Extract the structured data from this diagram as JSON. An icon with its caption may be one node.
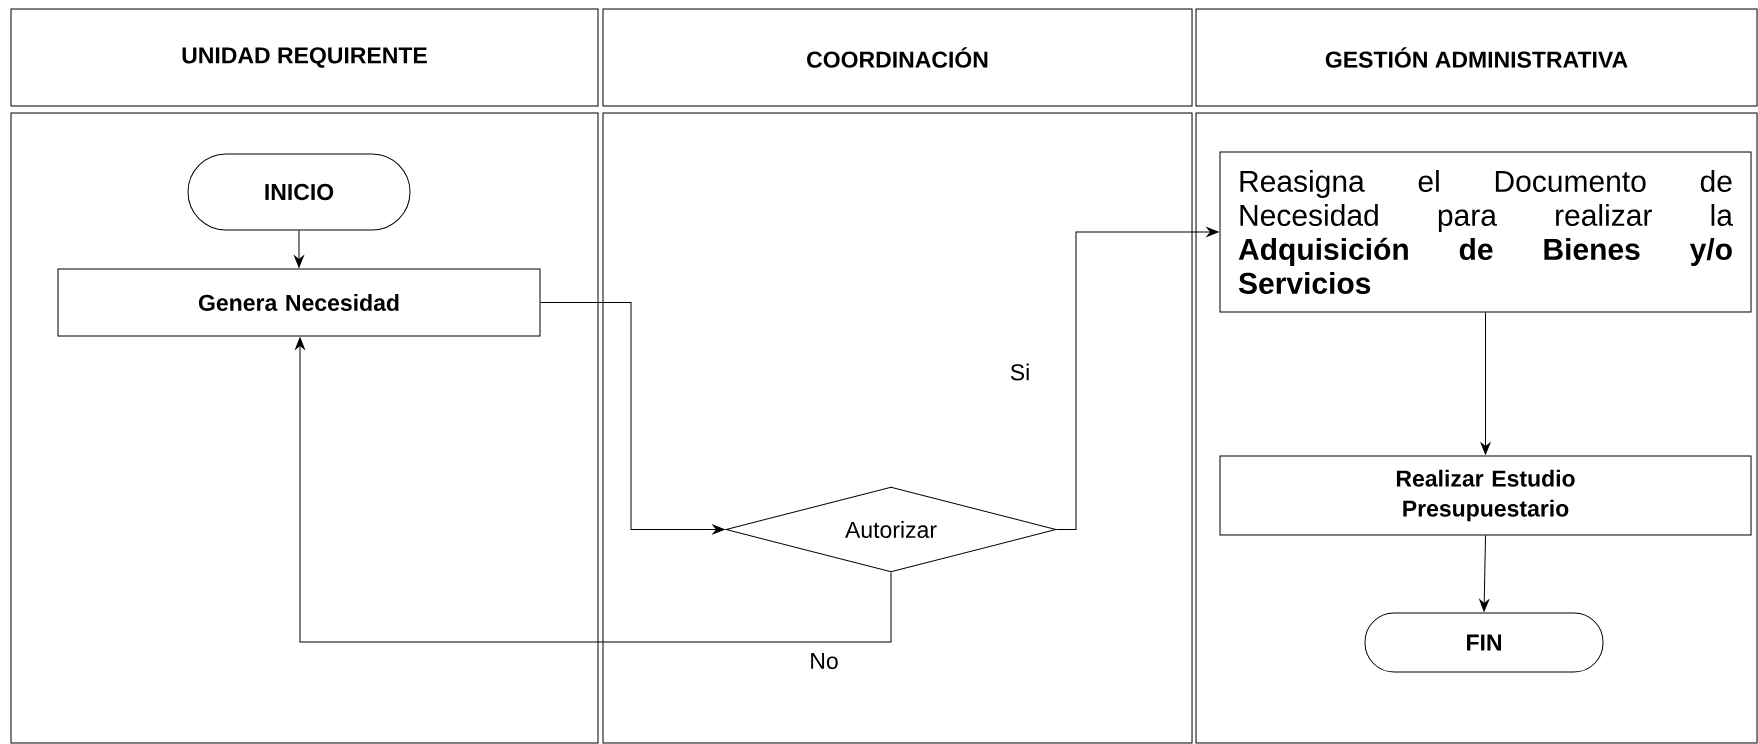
{
  "diagram": {
    "nodes": [
      {
        "text": [
          "UNIDAD REQUIRENTE"
        ]
      },
      {
        "text": [
          "COORDINACIÓN"
        ]
      },
      {
        "text": [
          "GESTIÓN ADMINISTRATIVA"
        ]
      },
      {
        "text": [],
        "shape": "box"
      },
      {
        "text": [],
        "shape": "box"
      },
      {
        "text": [],
        "shape": "box"
      },
      {
        "text": [
          "INICIO"
        ],
        "in": 3
      },
      {
        "text": [
          "Genera Necesidad"
        ],
        "in": 3
      },
      {
        "text": [
          "Autorizar"
        ],
        "in": 4
      },
      {
        "text": [
          "Reasigna el Documento de Necesidad para realizar la **Adquisición de Bienes y/o Servicios**"
        ],
        "in": 5
      },
      {
        "text": [
          "Realizar Estudio Presupuestario"
        ],
        "in": 5
      },
      {
        "text": [
          "FIN"
        ],
        "in": 5
      }
    ],
    "edges": [
      {
        "from": 6,
        "to": 7,
        "arrow": "to"
      },
      {
        "from": 7,
        "to": 8,
        "arrow": "to"
      },
      {
        "from": 8,
        "to": 9,
        "arrow": "to",
        "label": "Si"
      },
      {
        "from": 8,
        "to": 7,
        "arrow": "to",
        "label": "No"
      },
      {
        "from": 9,
        "to": 10,
        "arrow": "to"
      },
      {
        "from": 10,
        "to": 11,
        "arrow": "to"
      }
    ]
  }
}
